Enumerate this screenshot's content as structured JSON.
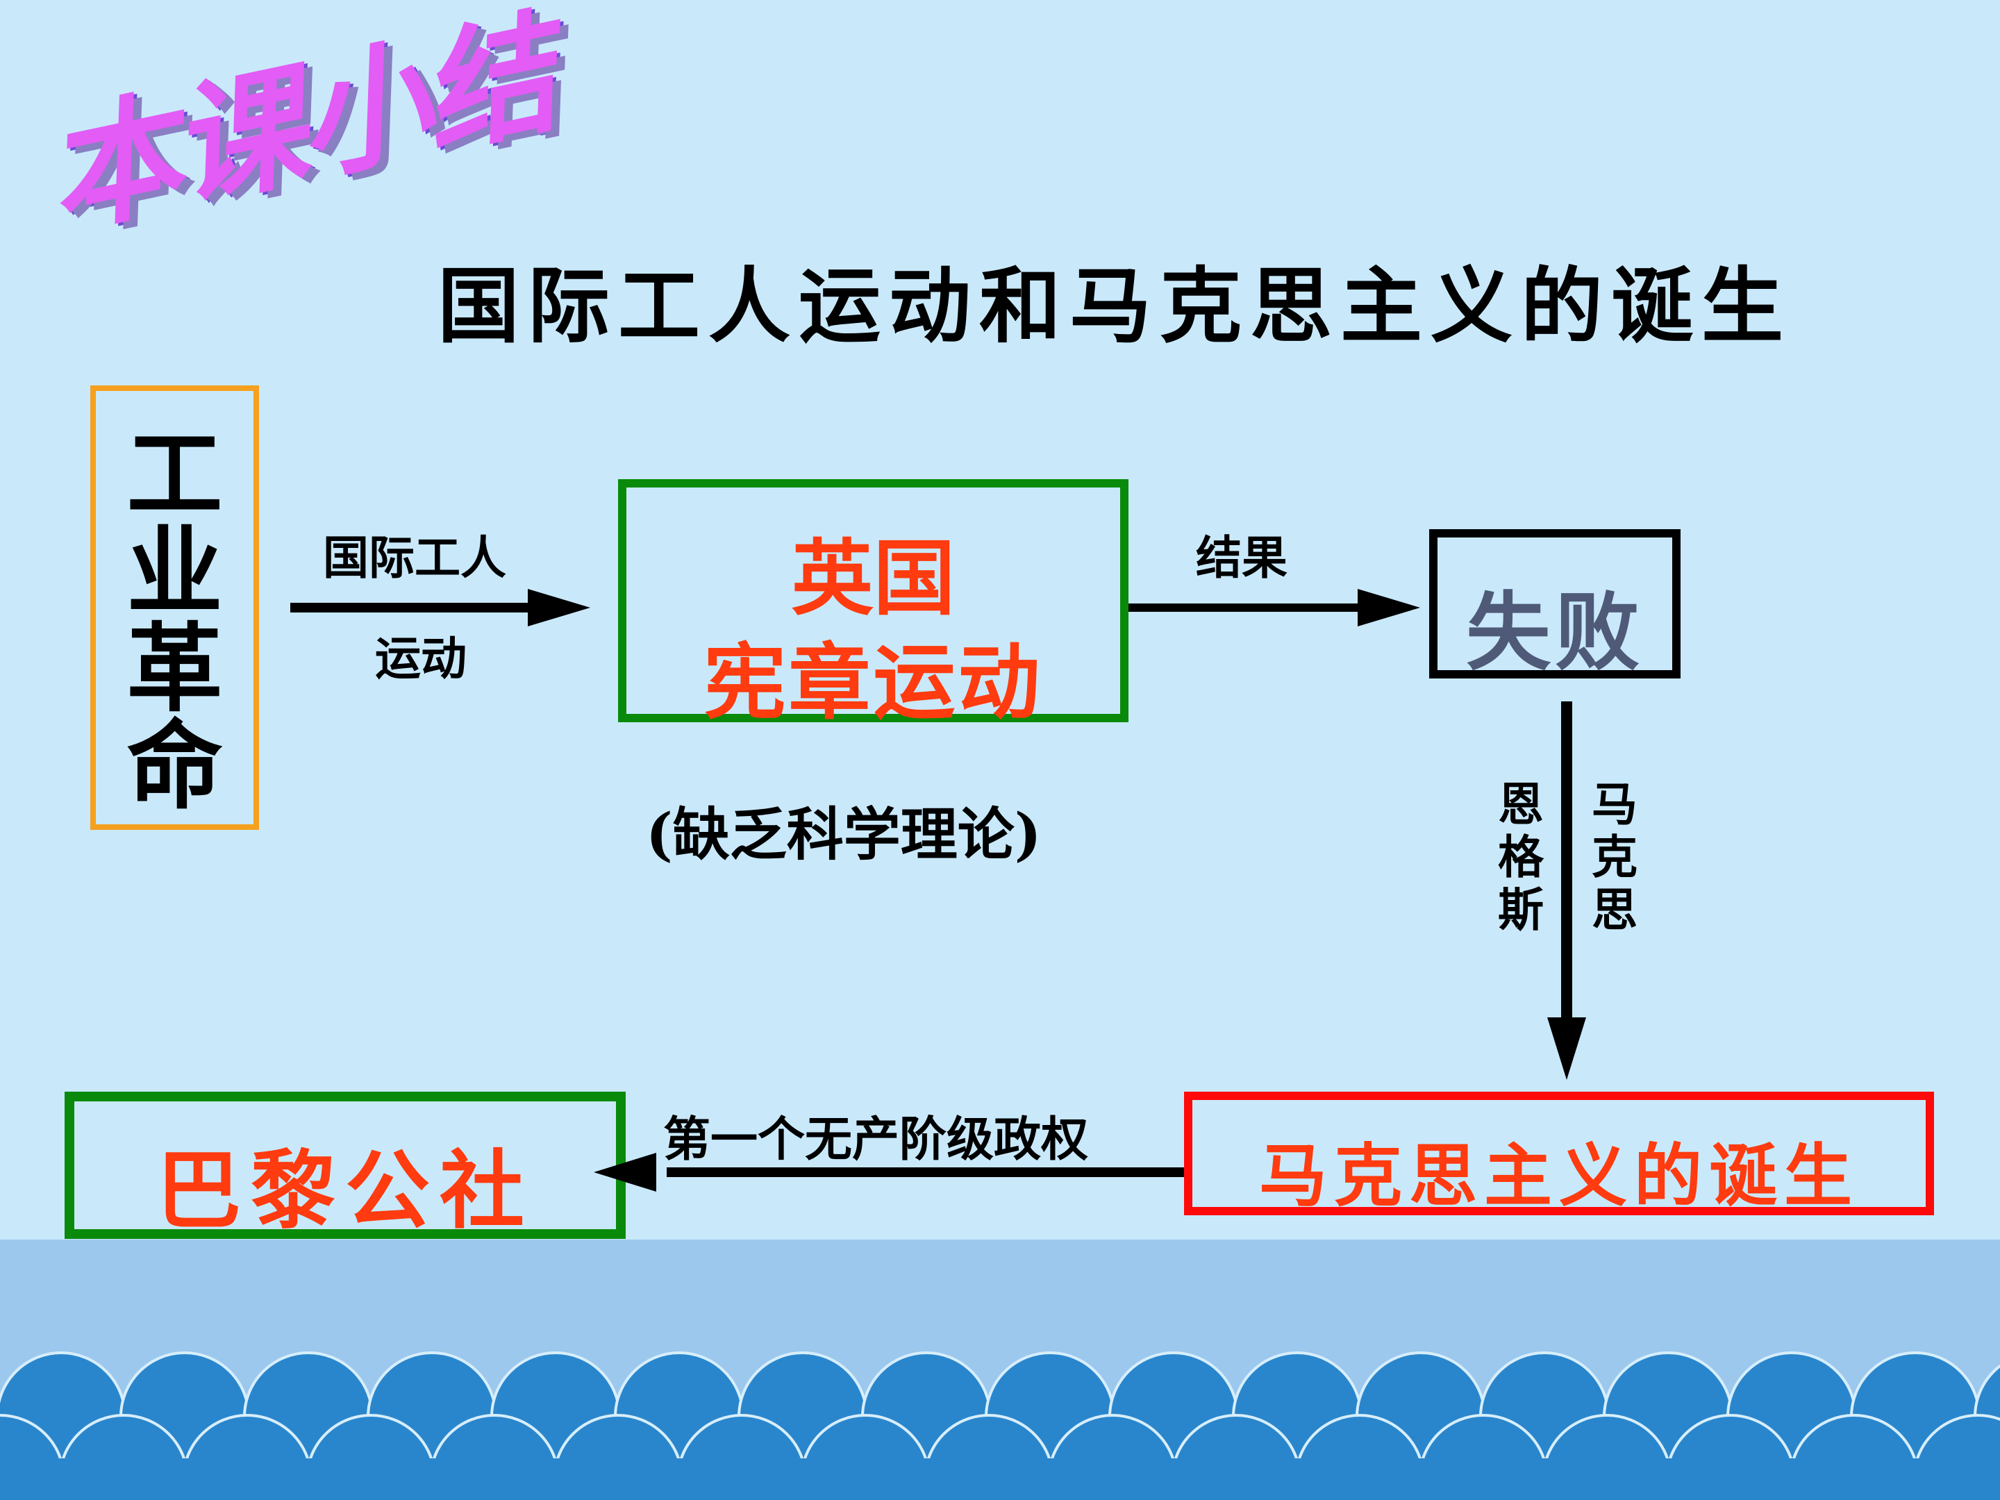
{
  "title": "本课小结",
  "subtitle": "国际工人运动和马克思主义的诞生",
  "nodes": {
    "industrial_revolution": "工业革命",
    "uk_line1": "英国",
    "uk_line2": "宪章运动",
    "failure": "失败",
    "marxism": "马克思主义的诞生",
    "paris_commune": "巴黎公社"
  },
  "edges": {
    "ir_to_uk_top": "国际工人",
    "ir_to_uk_bottom": "运动",
    "uk_to_fail": "结果",
    "fail_to_marx_left": "恩格斯",
    "fail_to_marx_right": "马克思",
    "marx_to_paris": "第一个无产阶级政权"
  },
  "note": "(缺乏科学理论)",
  "colors": {
    "background": "#c9e9fb",
    "title": "#e25cf5",
    "accent_red": "#ff3b0f",
    "green_border": "#0a8a0a",
    "orange_border": "#f5a01e",
    "red_border": "#ff0a0a",
    "wave": "#2a86cc"
  }
}
